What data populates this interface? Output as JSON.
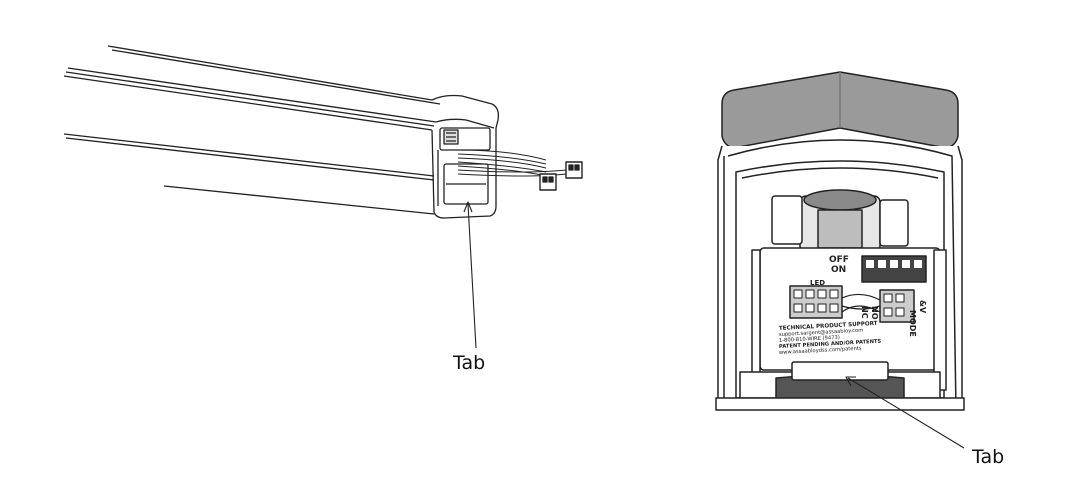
{
  "left_figure": {
    "callout": "Tab"
  },
  "right_figure": {
    "callout": "Tab",
    "switch_labels": [
      "OFF",
      "ON"
    ],
    "led_label": "LED",
    "mode_label": "MODE",
    "no_nc_labels": [
      "NO",
      "NC"
    ],
    "side_mark": "&V",
    "support_lines": [
      "TECHNICAL PRODUCT SUPPORT",
      "support.sargent@assaabloy.com",
      "1-800-810-WIRE (9473)",
      "PATENT PENDING AND/OR PATENTS",
      "www.assaabloydss.com/patents"
    ]
  }
}
